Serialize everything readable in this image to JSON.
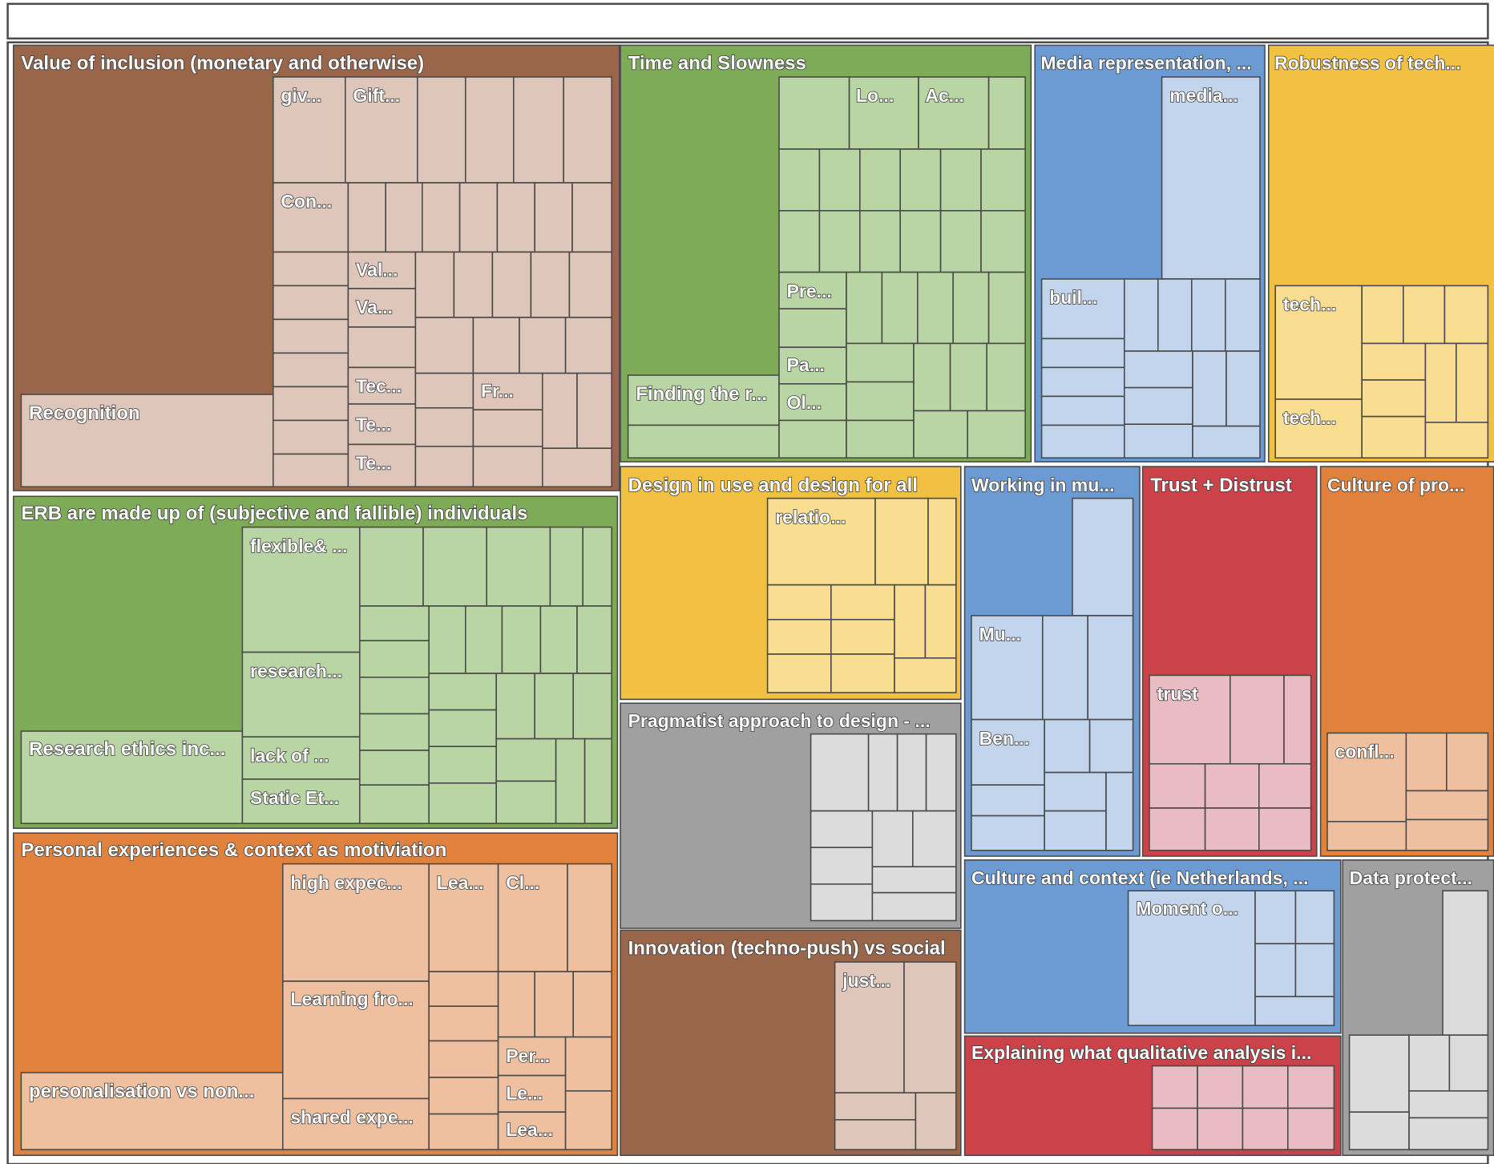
{
  "chart_data": {
    "type": "treemap",
    "title": "",
    "colors": {
      "brown": "#99664a",
      "brown_light": "#dfc6bb",
      "green": "#7eab57",
      "green_light": "#b9d5a3",
      "blue": "#6b9bd2",
      "blue_light": "#c2d5ec",
      "yellow": "#f2c043",
      "yellow_light": "#f9dd90",
      "orange": "#e0823e",
      "orange_light": "#efc09f",
      "red": "#cc4249",
      "red_light": "#e9bcc3",
      "grey": "#a0a0a0",
      "grey_light": "#dcdcdc"
    },
    "groups": [
      {
        "name": "Value of inclusion (monetary and otherwise)",
        "color": "brown",
        "children": [
          "giv...",
          "Gift...",
          "Con...",
          "Val...",
          "Va...",
          "Tec...",
          "Te...",
          "Te...",
          "Fr...",
          "Recognition"
        ]
      },
      {
        "name": "Time and Slowness",
        "color": "green",
        "children": [
          "Lo...",
          "Ac...",
          "Pre...",
          "Pa...",
          "Ol...",
          "Finding the r..."
        ]
      },
      {
        "name": "Media representation, ...",
        "color": "blue",
        "children": [
          "media...",
          "buil..."
        ]
      },
      {
        "name": "Robustness of tech...",
        "color": "yellow",
        "children": [
          "tech...",
          "tech..."
        ]
      },
      {
        "name": "ERB are made up of (subjective and fallible) individuals",
        "color": "green",
        "children": [
          "flexible& ...",
          "research...",
          "lack of ...",
          "Static Et...",
          "Research ethics inc..."
        ]
      },
      {
        "name": "Design in use and design for all",
        "color": "yellow",
        "children": [
          "relatio..."
        ]
      },
      {
        "name": "Working in mu...",
        "color": "blue",
        "children": [
          "Mu...",
          "Ben..."
        ]
      },
      {
        "name": "Trust + Distrust",
        "color": "red",
        "children": [
          "trust"
        ]
      },
      {
        "name": "Culture of pro...",
        "color": "orange",
        "children": [
          "confl..."
        ]
      },
      {
        "name": "Pragmatist approach to design - ...",
        "color": "grey",
        "children": []
      },
      {
        "name": "Personal experiences & context as motiviation",
        "color": "orange",
        "children": [
          "high expec...",
          "Lea...",
          "Cl...",
          "Learning fro...",
          "Per...",
          "Le...",
          "Lea...",
          "shared expe...",
          "personalisation vs non..."
        ]
      },
      {
        "name": "Innovation (techno-push) vs social",
        "color": "brown",
        "children": [
          "just..."
        ]
      },
      {
        "name": "Culture and context (ie Netherlands, ...",
        "color": "blue",
        "children": [
          "Moment o..."
        ]
      },
      {
        "name": "Data protect...",
        "color": "grey",
        "children": []
      },
      {
        "name": "Explaining what qualitative analysis i...",
        "color": "red",
        "children": []
      }
    ]
  }
}
